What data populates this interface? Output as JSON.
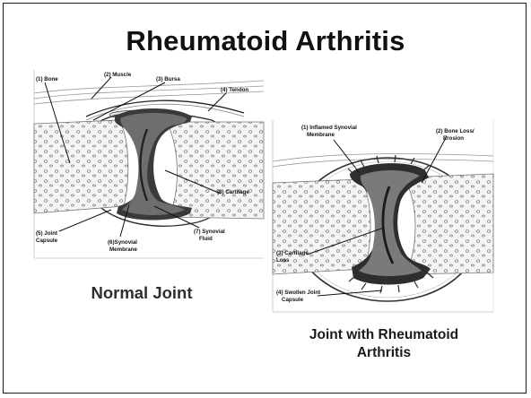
{
  "slide": {
    "title": "Rheumatoid Arthritis",
    "normal_caption": "Normal Joint",
    "ra_caption_line1": "Joint with Rheumatoid",
    "ra_caption_line2": "Arthritis"
  },
  "normal_joint": {
    "labels": {
      "bone": "(1) Bone",
      "muscle": "(2) Muscle",
      "bursa": "(3) Bursa",
      "tendon": "(4) Tendon",
      "capsule_line1": "(5) Joint",
      "capsule_line2": "Capsule",
      "membrane_line1": "(6)Synovial",
      "membrane_line2": "Membrane",
      "fluid_line1": "(7) Synovial",
      "fluid_line2": "Fluid",
      "cartilage": "(8) Cartilage"
    }
  },
  "ra_joint": {
    "labels": {
      "inflamed_line1": "(1) Inflamed Synovial",
      "inflamed_line2": "Membrane",
      "bone_loss_line1": "(2) Bone Loss/",
      "bone_loss_line2": "Erosion",
      "cartilage_loss_line1": "(3) Cartilage",
      "cartilage_loss_line2": "Loss",
      "swollen_capsule_line1": "(4) Swollen Joint",
      "swollen_capsule_line2": "Capsule"
    }
  },
  "colors": {
    "cartilage": "#6e6e6e",
    "membrane": "#3a3a3a",
    "bone_fill": "#f4f4f4",
    "outline": "#1a1a1a"
  }
}
